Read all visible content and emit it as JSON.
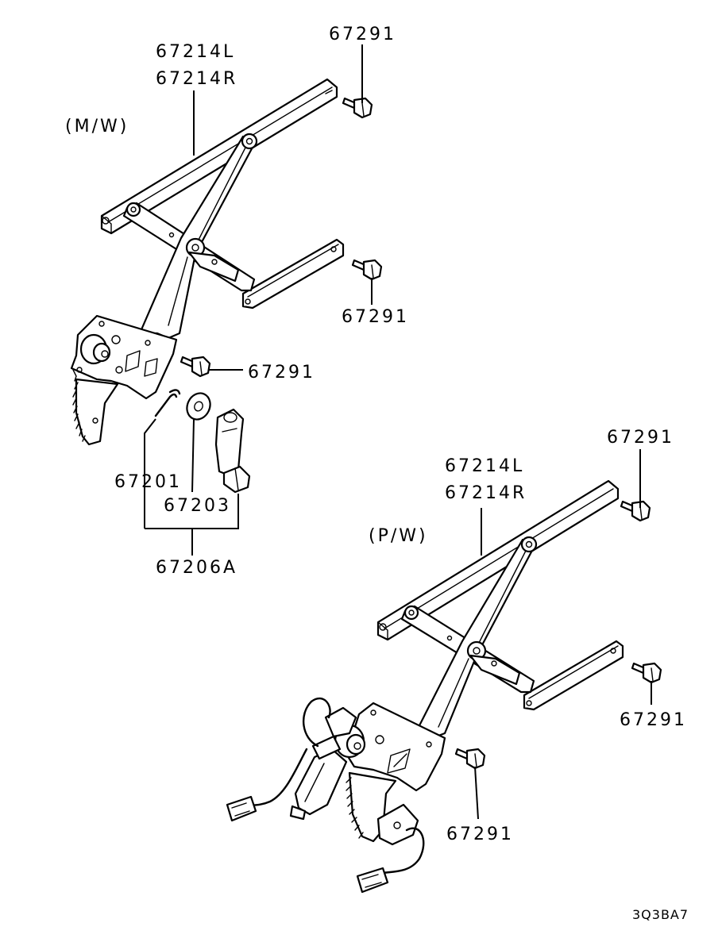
{
  "labels": {
    "mw_regulator_l": "67214L",
    "mw_regulator_r": "67214R",
    "mw_variant": "(M/W)",
    "mw_bolt_top": "67291",
    "mw_bolt_mid": "67291",
    "mw_bolt_side": "67291",
    "clip": "67201",
    "washer": "67203",
    "handle_assy": "67206A",
    "pw_bolt_top": "67291",
    "pw_regulator_l": "67214L",
    "pw_regulator_r": "67214R",
    "pw_variant": "(P/W)",
    "pw_bolt_mid": "67291",
    "pw_bolt_lower": "67291",
    "diagram_code": "3Q3BA7"
  }
}
